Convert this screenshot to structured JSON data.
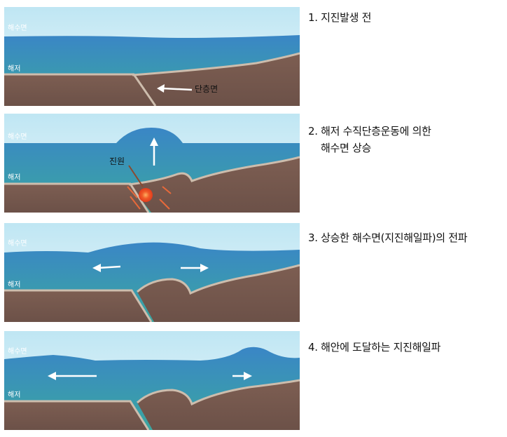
{
  "labels": {
    "sea_surface": "해수면",
    "sea_floor": "해저",
    "fault": "단층면",
    "hypocenter": "진원"
  },
  "steps": [
    {
      "caption": "1. 지진발생 전"
    },
    {
      "caption_line1": "2. 해저 수직단층운동에 의한",
      "caption_line2": "해수면 상승"
    },
    {
      "caption": "3. 상승한 해수면(지진해일파)의 전파"
    },
    {
      "caption": "4. 해안에 도달하는 지진해일파"
    }
  ],
  "colors": {
    "sky": "#d8f0f8",
    "water_top": "#2b8fc9",
    "water_bottom": "#3aa5a0",
    "rock": "#7a5c50",
    "rock_edge": "#c9b8a8",
    "epicenter": "#e8452a"
  }
}
